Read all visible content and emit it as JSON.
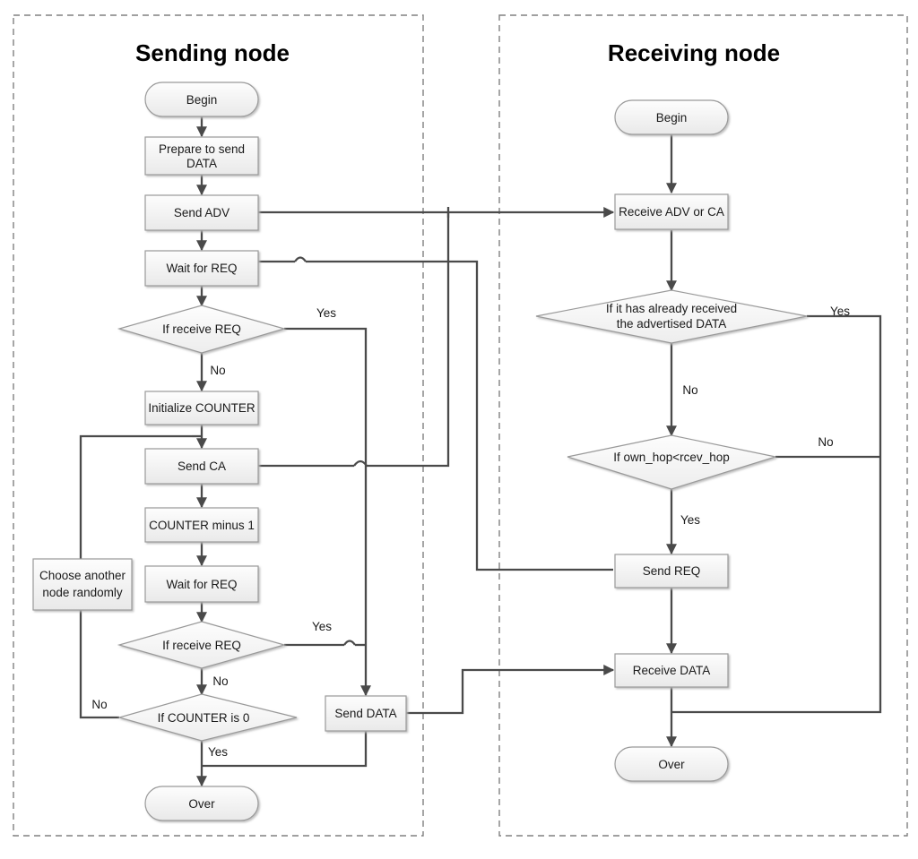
{
  "diagram": {
    "title_left": "Sending node",
    "title_right": "Receiving node",
    "colors": {
      "node_fill_top": "#fdfdfd",
      "node_fill_bottom": "#ececec",
      "node_stroke": "#9a9a9a",
      "edge_stroke": "#4a4a4a",
      "frame_stroke": "#808080",
      "text": "#1a1a1a"
    },
    "panels": [
      {
        "id": "sending",
        "name": "Sending node"
      },
      {
        "id": "receiving",
        "name": "Receiving node"
      }
    ],
    "nodes": {
      "s_begin": {
        "label": "Begin",
        "shape": "terminator"
      },
      "s_prepare": {
        "label": "Prepare to send\nDATA",
        "shape": "process"
      },
      "s_send_adv": {
        "label": "Send ADV",
        "shape": "process"
      },
      "s_wait1": {
        "label": "Wait for REQ",
        "shape": "process"
      },
      "s_if_req1": {
        "label": "If receive REQ",
        "shape": "decision"
      },
      "s_init": {
        "label": "Initialize COUNTER",
        "shape": "process"
      },
      "s_send_ca": {
        "label": "Send CA",
        "shape": "process"
      },
      "s_minus": {
        "label": "COUNTER minus 1",
        "shape": "process"
      },
      "s_wait2": {
        "label": "Wait for REQ",
        "shape": "process"
      },
      "s_if_req2": {
        "label": "If receive REQ",
        "shape": "decision"
      },
      "s_if_counter": {
        "label": "If COUNTER is 0",
        "shape": "decision"
      },
      "s_choose": {
        "label": "Choose another\nnode randomly",
        "shape": "process"
      },
      "s_send_data": {
        "label": "Send DATA",
        "shape": "process"
      },
      "s_over": {
        "label": "Over",
        "shape": "terminator"
      },
      "r_begin": {
        "label": "Begin",
        "shape": "terminator"
      },
      "r_recv_adv": {
        "label": "Receive ADV or CA",
        "shape": "process"
      },
      "r_if_recvd": {
        "label": "If it has already received\nthe advertised DATA",
        "shape": "decision"
      },
      "r_if_hop": {
        "label": "If own_hop<rcev_hop",
        "shape": "decision"
      },
      "r_send_req": {
        "label": "Send REQ",
        "shape": "process"
      },
      "r_recv_data": {
        "label": "Receive DATA",
        "shape": "process"
      },
      "r_over": {
        "label": "Over",
        "shape": "terminator"
      }
    },
    "edge_labels": {
      "s_if_req1_yes": "Yes",
      "s_if_req1_no": "No",
      "s_if_req2_yes": "Yes",
      "s_if_req2_no": "No",
      "s_if_counter_yes": "Yes",
      "s_if_counter_no": "No",
      "r_if_recvd_yes": "Yes",
      "r_if_recvd_no": "No",
      "r_if_hop_yes": "Yes",
      "r_if_hop_no": "No"
    }
  }
}
